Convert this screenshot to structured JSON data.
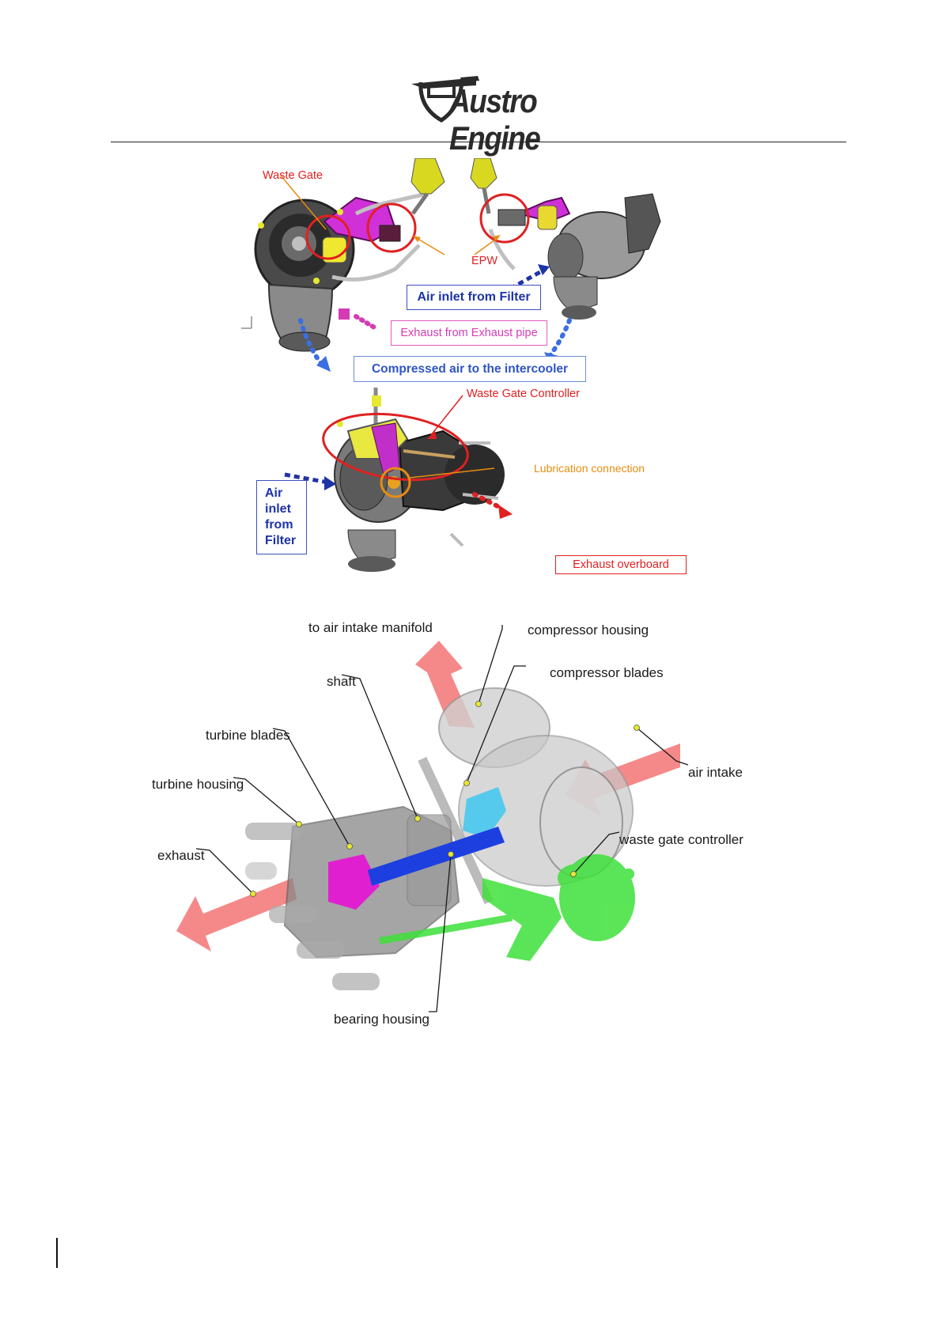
{
  "header": {
    "logo_text": "Austro Engine"
  },
  "figure_top": {
    "labels": {
      "waste_gate": "Waste Gate",
      "epw": "EPW",
      "air_inlet_from_filter": "Air inlet from Filter",
      "exhaust_from_pipe": "Exhaust from Exhaust pipe",
      "compressed_air": "Compressed air to the intercooler",
      "waste_gate_controller": "Waste Gate Controller",
      "lubrication_connection": "Lubrication connection",
      "exhaust_overboard": "Exhaust overboard",
      "air_inlet_vertical": [
        "Air",
        "inlet",
        "from",
        "Filter"
      ]
    },
    "colors": {
      "blue": "#1d33a8",
      "red": "#e02020",
      "magenta": "#d63ab5",
      "orange": "#e88c10"
    }
  },
  "figure_bottom": {
    "labels": {
      "to_air_intake_manifold": "to air intake manifold",
      "compressor_housing": "compressor housing",
      "compressor_blades": "compressor blades",
      "shaft": "shaft",
      "turbine_blades": "turbine blades",
      "turbine_housing": "turbine housing",
      "air_intake": "air intake",
      "exhaust": "exhaust",
      "waste_gate_controller": "waste gate controller",
      "bearing_housing": "bearing housing"
    },
    "colors": {
      "arrow": "#f47c7c",
      "turbine": "#e020d0",
      "shaft": "#1e3fe0",
      "compressor": "#40c8f0",
      "controller": "#3ee03a"
    }
  }
}
